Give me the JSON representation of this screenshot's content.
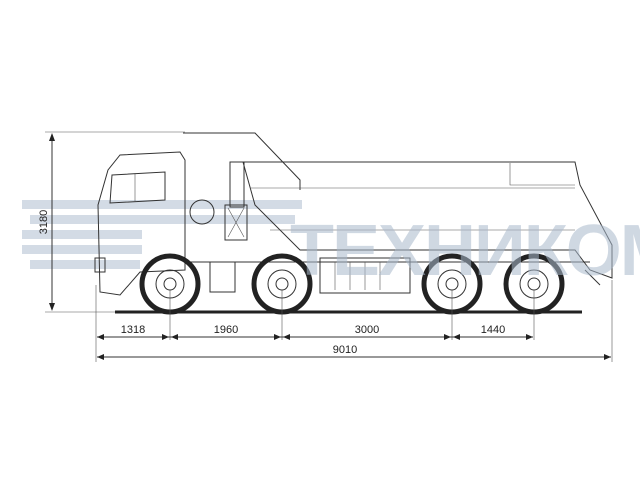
{
  "drawing": {
    "dimensions": {
      "height": "3180",
      "front_overhang": "1318",
      "wheelbase_1": "1960",
      "wheelbase_2": "3000",
      "wheelbase_3": "1440",
      "overall_length": "9010"
    },
    "watermark": "ТЕХНИКОМ",
    "colors": {
      "line": "#333333",
      "watermark": "#a9b9cc"
    }
  }
}
